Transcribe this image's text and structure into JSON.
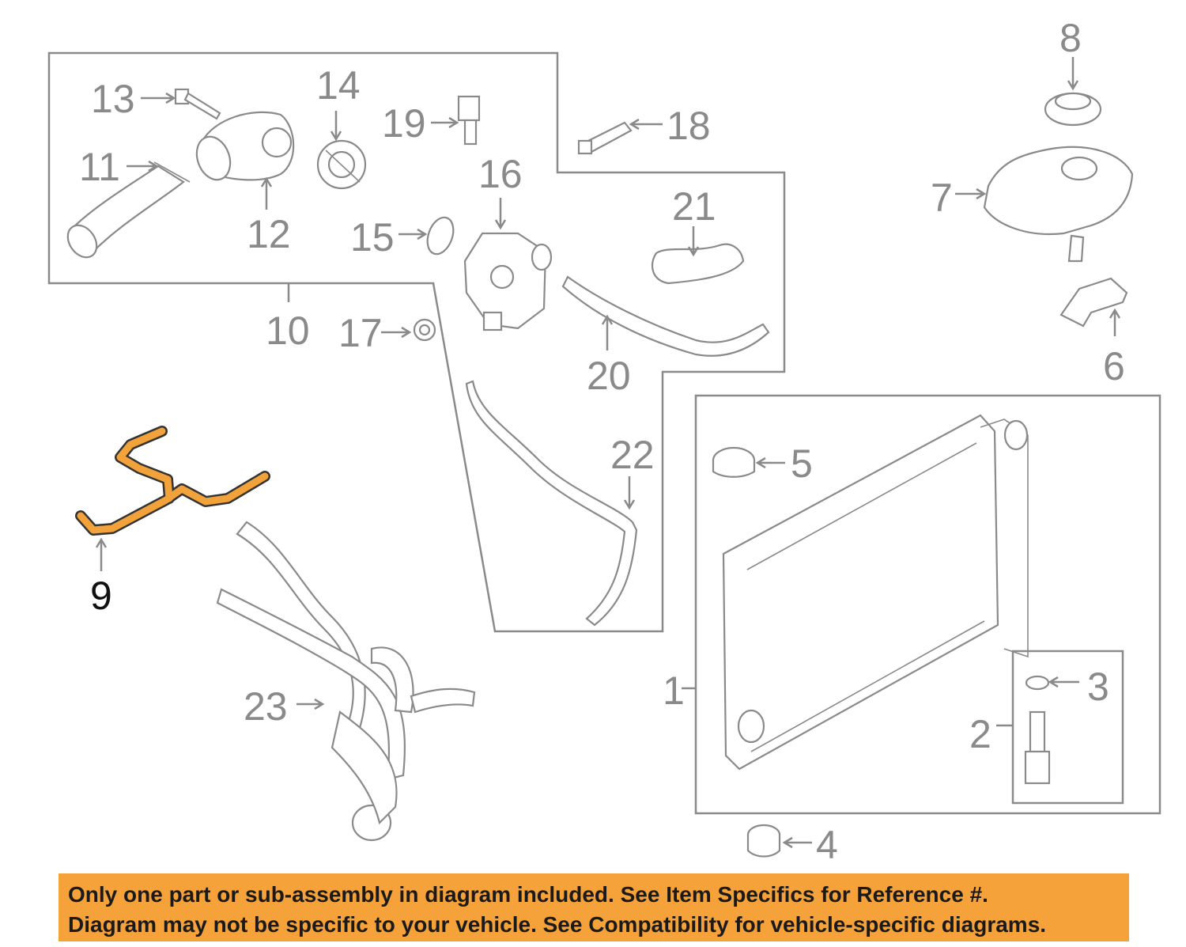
{
  "callouts": [
    {
      "number": "1",
      "highlighted": false
    },
    {
      "number": "2",
      "highlighted": false
    },
    {
      "number": "3",
      "highlighted": false
    },
    {
      "number": "4",
      "highlighted": false
    },
    {
      "number": "5",
      "highlighted": false
    },
    {
      "number": "6",
      "highlighted": false
    },
    {
      "number": "7",
      "highlighted": false
    },
    {
      "number": "8",
      "highlighted": false
    },
    {
      "number": "9",
      "highlighted": true
    },
    {
      "number": "10",
      "highlighted": false
    },
    {
      "number": "11",
      "highlighted": false
    },
    {
      "number": "12",
      "highlighted": false
    },
    {
      "number": "13",
      "highlighted": false
    },
    {
      "number": "14",
      "highlighted": false
    },
    {
      "number": "15",
      "highlighted": false
    },
    {
      "number": "16",
      "highlighted": false
    },
    {
      "number": "17",
      "highlighted": false
    },
    {
      "number": "18",
      "highlighted": false
    },
    {
      "number": "19",
      "highlighted": false
    },
    {
      "number": "20",
      "highlighted": false
    },
    {
      "number": "21",
      "highlighted": false
    },
    {
      "number": "22",
      "highlighted": false
    },
    {
      "number": "23",
      "highlighted": false
    }
  ],
  "notice": {
    "line1": "Only one part or sub-assembly in diagram included. See Item Specifics for Reference #.",
    "line2": "Diagram may not be specific to your vehicle. See Compatibility for vehicle-specific diagrams."
  },
  "colors": {
    "highlight_part": "#f2a23a",
    "notice_background": "#f5a23a",
    "line_art": "#8a8a8a"
  }
}
